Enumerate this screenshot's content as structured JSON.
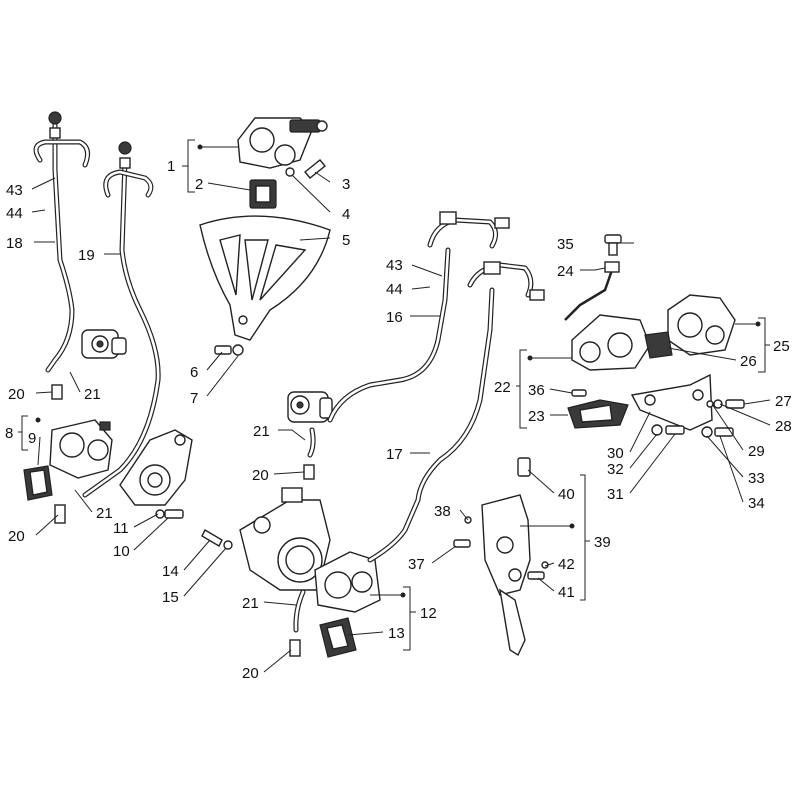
{
  "labels": {
    "l1": "1",
    "l2": "2",
    "l3": "3",
    "l4": "4",
    "l5": "5",
    "l6": "6",
    "l7": "7",
    "l8": "8",
    "l9": "9",
    "l10": "10",
    "l11": "11",
    "l12": "12",
    "l13": "13",
    "l14": "14",
    "l15": "15",
    "l16": "16",
    "l17": "17",
    "l18": "18",
    "l19": "19",
    "l20a": "20",
    "l20b": "20",
    "l20c": "20",
    "l20d": "20",
    "l21a": "21",
    "l21b": "21",
    "l21c": "21",
    "l21d": "21",
    "l22": "22",
    "l23": "23",
    "l24": "24",
    "l25": "25",
    "l26": "26",
    "l27": "27",
    "l28": "28",
    "l29": "29",
    "l30": "30",
    "l31": "31",
    "l32": "32",
    "l33": "33",
    "l34": "34",
    "l35": "35",
    "l36": "36",
    "l37": "37",
    "l38": "38",
    "l39": "39",
    "l40": "40",
    "l41": "41",
    "l42": "42",
    "l43a": "43",
    "l43b": "43",
    "l44a": "44",
    "l44b": "44"
  },
  "colors": {
    "line": "#222222",
    "background": "#ffffff"
  }
}
